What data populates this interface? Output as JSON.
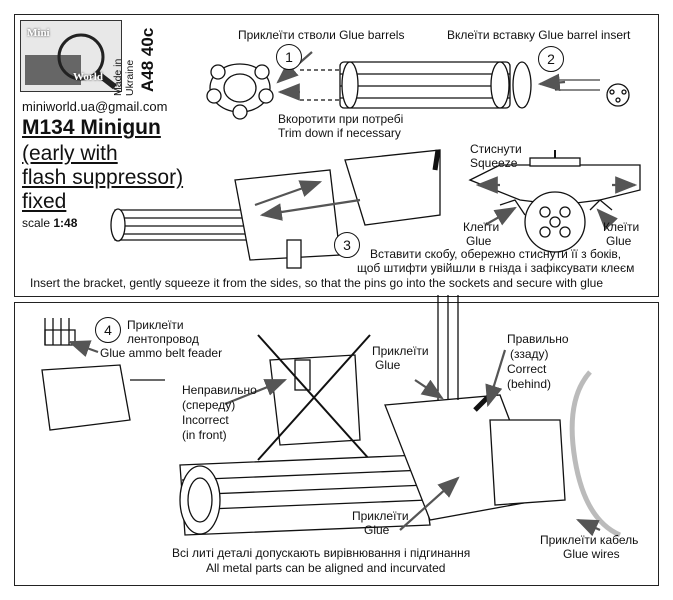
{
  "header": {
    "logo_text": [
      "Mini",
      "World"
    ],
    "made_in": [
      "Made in",
      "Ukraine"
    ],
    "product_code": "A48 40c",
    "email": "miniworld.ua@gmail.com",
    "title": "M134 Minigun",
    "subtitle_lines": [
      "(early with",
      "flash suppressor)",
      "fixed"
    ],
    "scale_label": "scale",
    "scale_value": "1:48"
  },
  "steps": [
    {
      "number": "1",
      "lines": [
        "Приклеїти стволи Glue barrels"
      ],
      "extra": [
        "Вкоротити при потребі",
        "Trim down if necessary"
      ]
    },
    {
      "number": "2",
      "lines": [
        "Вклеїти вставку Glue barrel insert"
      ]
    },
    {
      "number": "3",
      "lines": [
        "Вставити скобу, обережно стиснути її з боків,",
        "щоб штифти увійшли в гнізда і зафіксувати клеєм",
        "Insert the bracket, gently squeeze it from the sides, so that the pins go into the sockets and secure with glue"
      ]
    },
    {
      "number": "4",
      "lines": [
        "Приклеїти",
        "лентопровод",
        "Glue ammo belt feader"
      ]
    }
  ],
  "callouts": {
    "squeeze": [
      "Стиснути",
      "Squeeze"
    ],
    "glue_left": [
      "Клеїти",
      "Glue"
    ],
    "glue_right": [
      "Клеїти",
      "Glue"
    ],
    "incorrect": [
      "Неправильно",
      "(спереду)",
      "Incorrect",
      "(in front)"
    ],
    "correct": [
      "Правильно",
      "(ззаду)",
      "Correct",
      "(behind)"
    ],
    "glue_top": [
      "Приклеїти",
      "Glue"
    ],
    "glue_bottom": [
      "Приклеїти",
      "Glue"
    ],
    "glue_wires": [
      "Приклеїти кабель",
      "Glue wires"
    ]
  },
  "footer": [
    "Всі литі деталі допускають вирівнювання і підгинання",
    "All metal parts can be aligned and incurvated"
  ]
}
